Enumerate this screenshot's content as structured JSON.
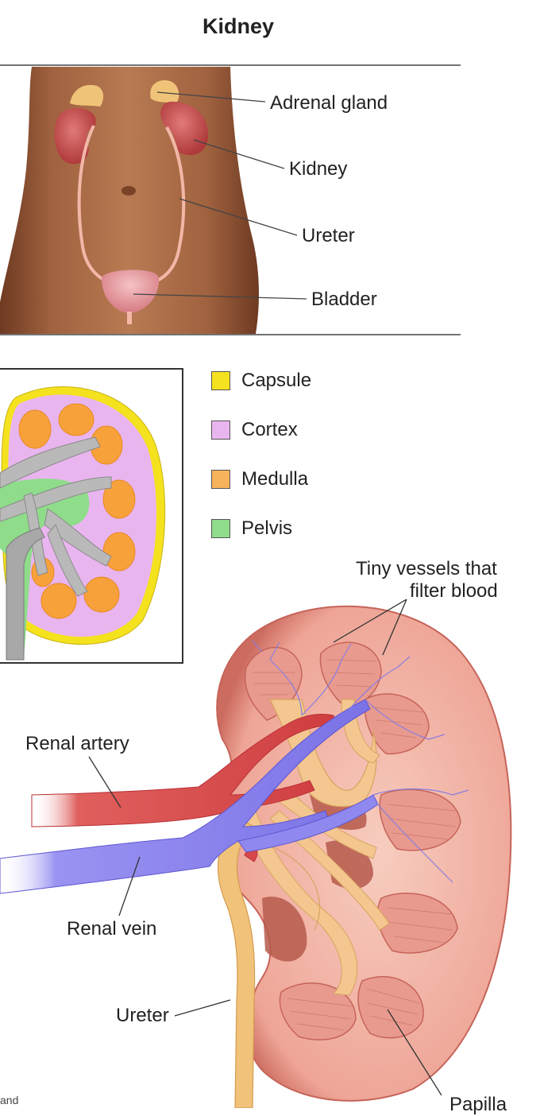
{
  "title": "Kidney",
  "body_labels": {
    "adrenal_gland": "Adrenal gland",
    "kidney": "Kidney",
    "ureter": "Ureter",
    "bladder": "Bladder"
  },
  "legend": [
    {
      "label": "Capsule",
      "color": "#f5e21e"
    },
    {
      "label": "Cortex",
      "color": "#e9b5ef"
    },
    {
      "label": "Medulla",
      "color": "#f7b25c"
    },
    {
      "label": "Pelvis",
      "color": "#8fdc8a"
    }
  ],
  "detail_labels": {
    "tiny_vessels_line1": "Tiny vessels that",
    "tiny_vessels_line2": "filter blood",
    "renal_artery": "Renal artery",
    "renal_vein": "Renal vein",
    "ureter": "Ureter",
    "papilla": "Papilla"
  },
  "corner_text": "and",
  "colors": {
    "skin": "#9a5a3a",
    "kidney": "#c8494a",
    "artery": "#d8474a",
    "vein": "#8f88ef",
    "ureter": "#f0c27a"
  }
}
